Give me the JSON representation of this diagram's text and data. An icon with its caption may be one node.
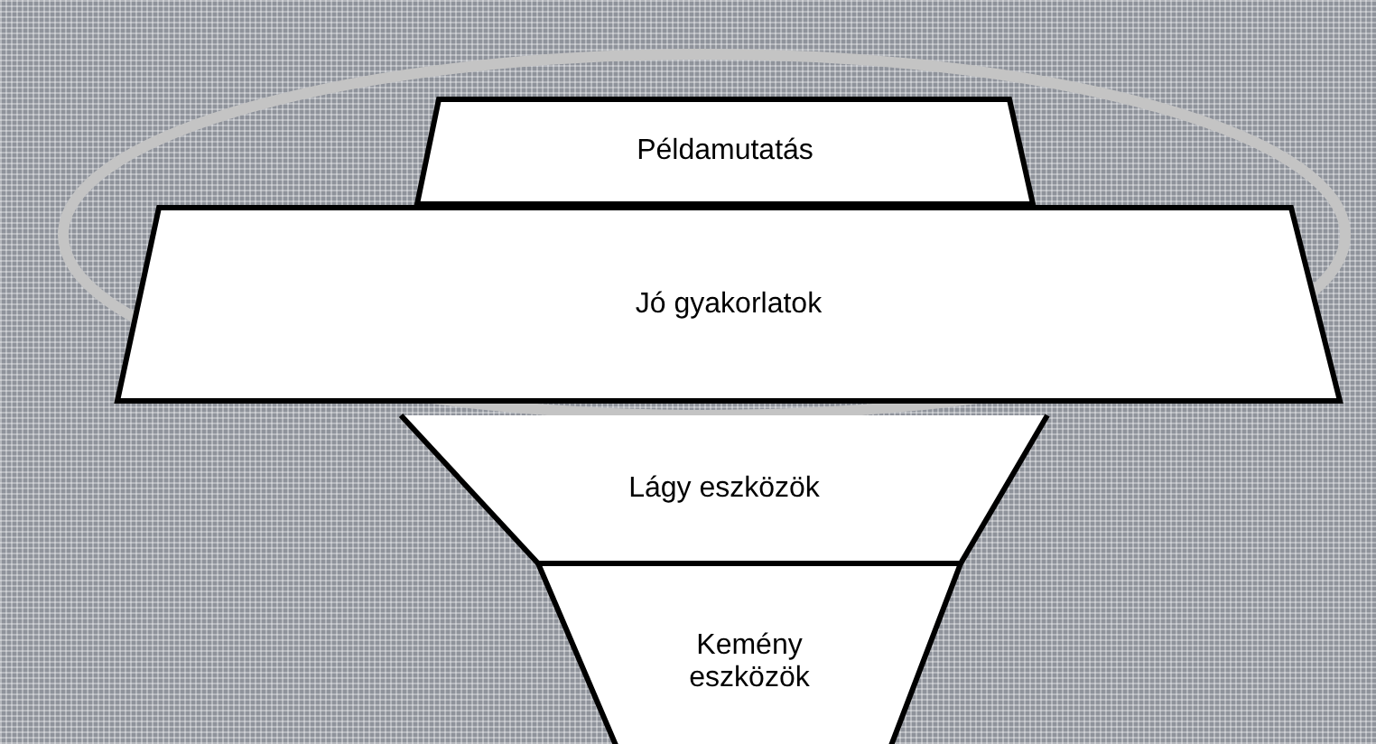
{
  "diagram": {
    "nodes": [
      {
        "text": [
          "Példamutatás"
        ]
      },
      {
        "text": [
          "Jó gyakorlatok"
        ]
      },
      {
        "text": [
          "Lágy eszközök"
        ]
      },
      {
        "text": [
          "Kemény eszközök"
        ]
      }
    ]
  }
}
